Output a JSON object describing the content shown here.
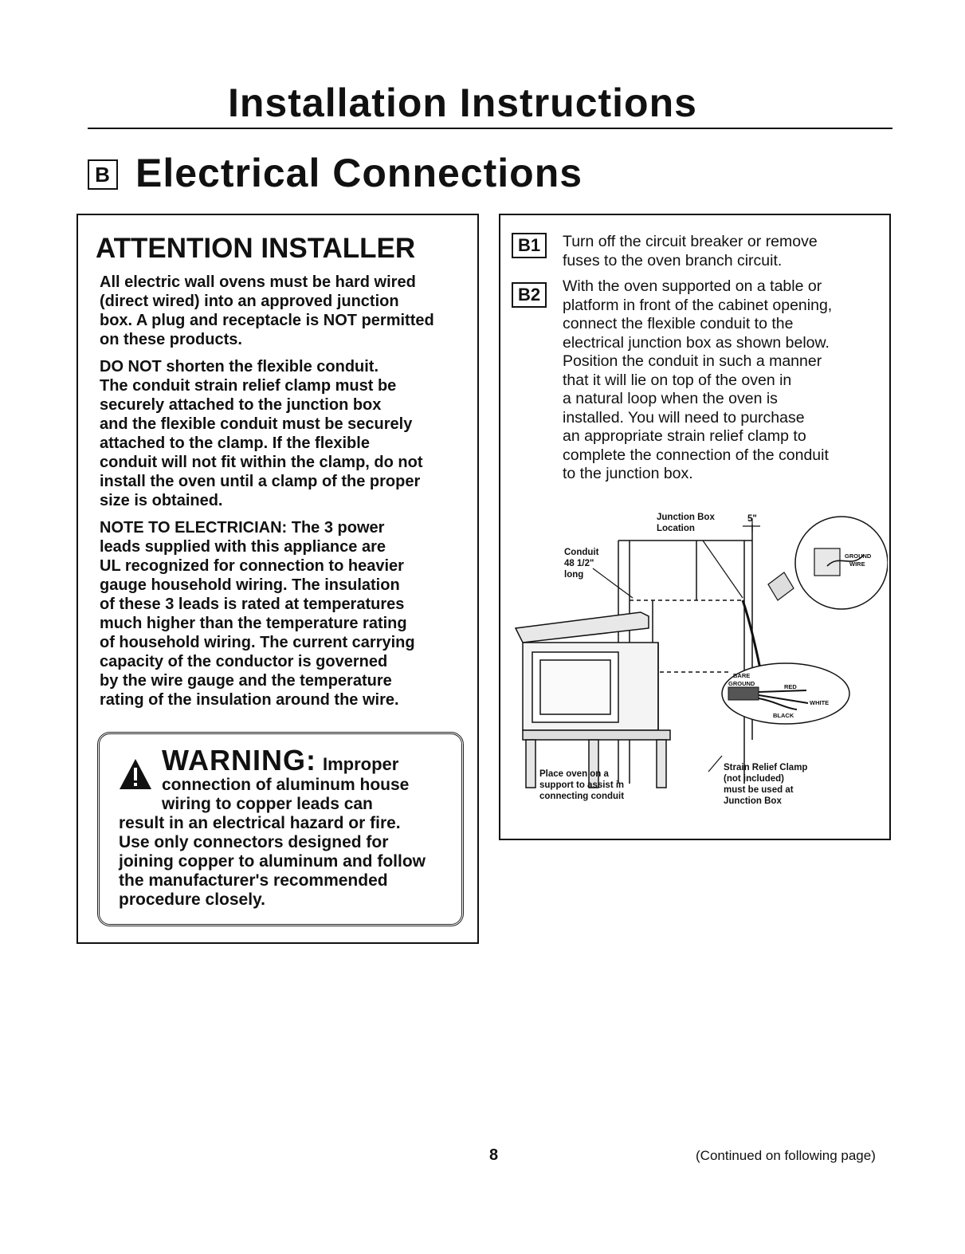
{
  "header": {
    "title": "Installation Instructions"
  },
  "section": {
    "letter": "B",
    "title": "Electrical Connections"
  },
  "attention": {
    "title": "ATTENTION INSTALLER",
    "lines": [
      [
        "All electric wall ovens must be hard wired",
        "(direct wired) into an approved junction",
        "box. A plug and receptacle is NOT permitted",
        "on these products."
      ],
      [
        "DO NOT shorten the flexible conduit.",
        "The conduit strain relief clamp must be",
        "securely attached to the junction box",
        "and the flexible conduit must be securely",
        "attached to the clamp. If the flexible",
        "conduit will not fit within the clamp, do not",
        "install the oven until a clamp of the proper",
        "size is obtained."
      ],
      [
        "NOTE TO ELECTRICIAN: The 3 power",
        "leads supplied with this appliance are",
        "UL recognized for connection to heavier",
        "gauge household wiring. The insulation",
        "of these 3 leads is rated at temperatures",
        "much higher than the temperature rating",
        "of household wiring. The current carrying",
        "capacity of the conductor is governed",
        "by the wire gauge and the temperature",
        "rating of the insulation around the wire."
      ]
    ]
  },
  "warning": {
    "title": "WARNING:",
    "lead": "Improper",
    "indented_lines": [
      "connection of aluminum house",
      "wiring to copper leads can"
    ],
    "lines": [
      "result in an electrical hazard or fire.",
      "Use only connectors designed for",
      "joining copper to aluminum and follow",
      "the manufacturer's recommended",
      "procedure closely."
    ]
  },
  "steps": {
    "b1": {
      "label": "B1",
      "lines": [
        "Turn off the circuit breaker or remove",
        "fuses to the oven branch circuit."
      ]
    },
    "b2": {
      "label": "B2",
      "lines": [
        "With the oven supported on a table or",
        "platform in front of the cabinet opening,",
        "connect the flexible conduit to the",
        "electrical junction box as shown below.",
        "Position the conduit in such a manner",
        "that it will lie on top of the oven in",
        "a natural loop when the oven is",
        "installed. You will need to purchase",
        "an appropriate strain relief clamp to",
        "complete the connection of the conduit",
        "to the junction box."
      ]
    }
  },
  "diagram": {
    "junction_box": [
      "Junction Box",
      "Location"
    ],
    "dimension": "5\"",
    "conduit": [
      "Conduit",
      "48 1/2\"",
      "long"
    ],
    "ground_wire": [
      "GROUND",
      "WIRE"
    ],
    "wire_colors": {
      "bare_ground": [
        "BARE",
        "GROUND"
      ],
      "red": "RED",
      "white": "WHITE",
      "black": "BLACK"
    },
    "place_oven": [
      "Place oven on a",
      "support to assist in",
      "connecting conduit"
    ],
    "strain_relief": [
      "Strain Relief Clamp",
      "(not included)",
      "must be used at",
      "Junction Box"
    ]
  },
  "footer": {
    "page_number": "8",
    "continued": "(Continued on following page)"
  }
}
